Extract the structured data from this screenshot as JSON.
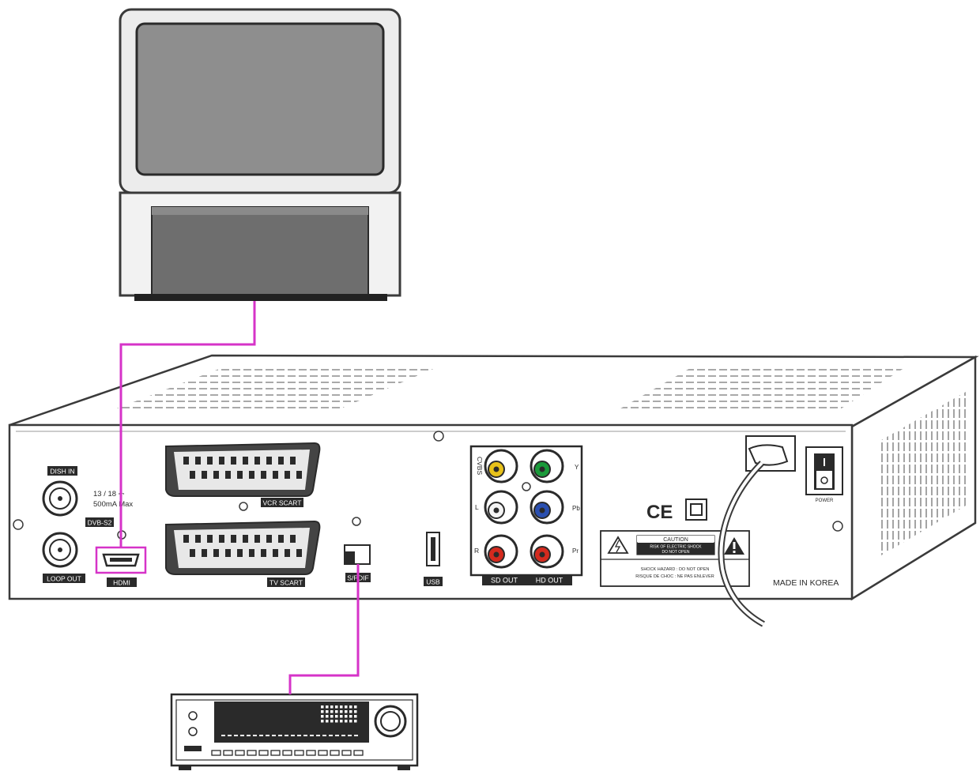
{
  "colors": {
    "cable": "#d633c8",
    "outline": "#3a3a3a",
    "tv_screen": "#8e8e8e",
    "tv_base": "#6e6e6e",
    "rca_yellow": "#e8c21a",
    "rca_green": "#1a9a3a",
    "rca_blue": "#2a4fb0",
    "rca_red": "#d42a1e",
    "rca_white": "#f4f4f4"
  },
  "labels": {
    "dish_in": "DISH IN",
    "loop_out": "LOOP OUT",
    "voltage_line1": "13 / 18 ⎓",
    "voltage_line2": "500mA Max",
    "dvb_s2": "DVB-S2",
    "hdmi": "HDMI",
    "vcr_scart": "VCR SCART",
    "tv_scart": "TV SCART",
    "spdif": "S/PDIF",
    "usb": "USB",
    "cvbs": "CVBS",
    "audio_l": "L",
    "audio_r": "R",
    "comp_y": "Y",
    "comp_pb": "Pb",
    "comp_pr": "Pr",
    "sd_out": "SD OUT",
    "hd_out": "HD OUT",
    "ce_mark": "CE",
    "caution_title": "CAUTION",
    "caution_line1": "RISK OF ELECTRIC SHOCK",
    "caution_line2": "DO NOT OPEN",
    "shock_line1": "SHOCK HAZARD : DO NOT OPEN",
    "shock_line2": "RISQUE DE CHOC : NE PAS ENLEVER",
    "made_in": "MADE IN KOREA",
    "power": "POWER"
  }
}
